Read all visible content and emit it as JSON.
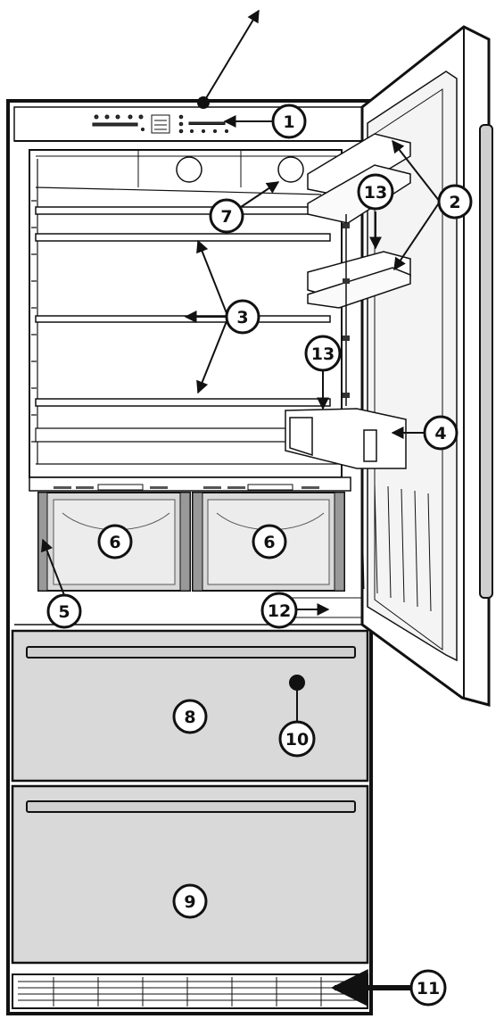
{
  "diagram": {
    "callouts": [
      {
        "id": "c1",
        "label": "1"
      },
      {
        "id": "c2",
        "label": "2"
      },
      {
        "id": "c3",
        "label": "3"
      },
      {
        "id": "c4",
        "label": "4"
      },
      {
        "id": "c5",
        "label": "5"
      },
      {
        "id": "c6a",
        "label": "6"
      },
      {
        "id": "c6b",
        "label": "6"
      },
      {
        "id": "c7",
        "label": "7"
      },
      {
        "id": "c8",
        "label": "8"
      },
      {
        "id": "c9",
        "label": "9"
      },
      {
        "id": "c10",
        "label": "10"
      },
      {
        "id": "c11",
        "label": "11"
      },
      {
        "id": "c12",
        "label": "12"
      },
      {
        "id": "c13a",
        "label": "13"
      },
      {
        "id": "c13b",
        "label": "13"
      }
    ],
    "colors": {
      "outline": "#111111",
      "cabinet": "#ffffff",
      "drawer_fill": "#d9d9d9",
      "interior_fill": "#f4f4f4",
      "shadow": "#bdbdbd",
      "callout_fill": "#ffffff"
    }
  }
}
